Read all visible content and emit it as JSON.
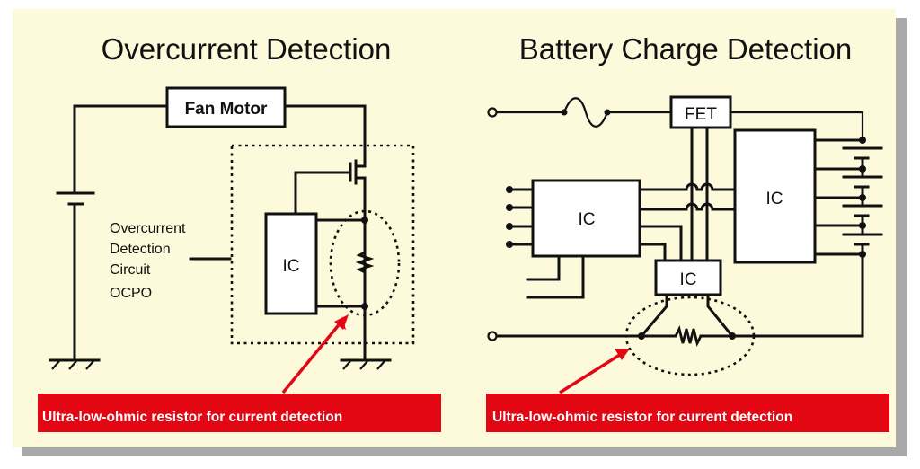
{
  "colors": {
    "background": "#fdfadb",
    "shadow": "#a9a9a9",
    "callout": "#e30613",
    "wire": "#111111"
  },
  "left": {
    "title": "Overcurrent Detection",
    "fan_motor": "Fan Motor",
    "ic": "IC",
    "circuit_label": [
      "Overcurrent",
      "Detection",
      "Circuit",
      "OCPO"
    ],
    "callout": "Ultra-low-ohmic resistor for current detection"
  },
  "right": {
    "title": "Battery Charge Detection",
    "fet": "FET",
    "ic_left": "IC",
    "ic_right": "IC",
    "ic_bottom": "IC",
    "callout": "Ultra-low-ohmic resistor for current detection"
  }
}
